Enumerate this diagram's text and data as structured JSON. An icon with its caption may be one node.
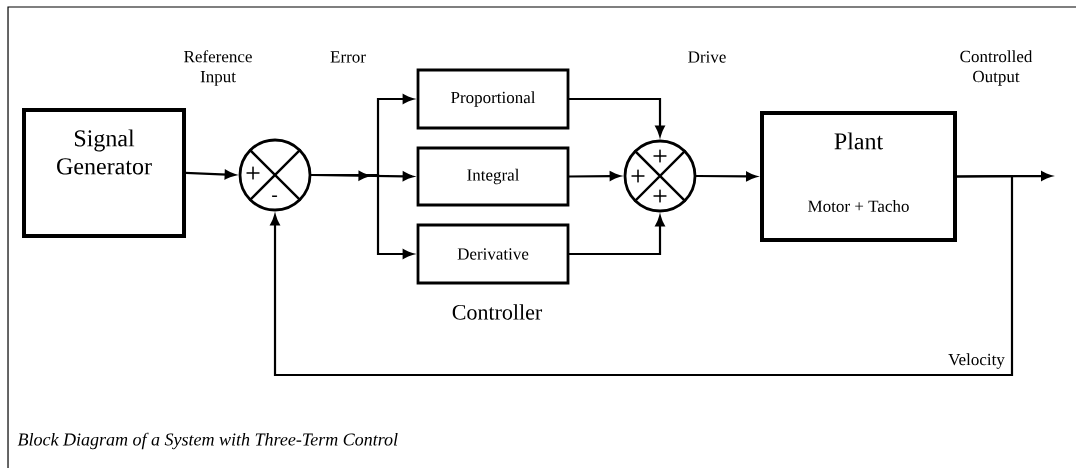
{
  "diagram": {
    "caption": "Block Diagram of a System with Three-Term Control",
    "nodes": [
      {
        "text": [
          "Signal Generator"
        ]
      },
      {
        "text": [
          "+",
          "-"
        ]
      },
      {
        "text": [
          "Proportional"
        ]
      },
      {
        "text": [
          "Integral"
        ]
      },
      {
        "text": [
          "Derivative"
        ]
      },
      {
        "text": [
          "+",
          "+",
          "+"
        ]
      },
      {
        "text": [
          "Plant",
          "Motor + Tacho"
        ]
      }
    ],
    "edges": [
      {
        "from": 0,
        "to": 1,
        "arrow": "to"
      },
      {
        "from": 1,
        "to": 2,
        "arrow": "to"
      },
      {
        "from": 1,
        "to": 3,
        "arrow": "to"
      },
      {
        "from": 1,
        "to": 4,
        "arrow": "to"
      },
      {
        "from": 2,
        "to": 5,
        "arrow": "to"
      },
      {
        "from": 3,
        "to": 5,
        "arrow": "to"
      },
      {
        "from": 4,
        "to": 5,
        "arrow": "to"
      },
      {
        "from": 5,
        "to": 6,
        "arrow": "to"
      },
      {
        "from": 6,
        "to": null,
        "arrow": "to"
      },
      {
        "from": 6,
        "to": 1,
        "arrow": "to",
        "label": "Velocity"
      }
    ],
    "labels": [
      "Reference Input",
      "Error",
      "Drive",
      "Controlled Output",
      "Controller"
    ]
  }
}
